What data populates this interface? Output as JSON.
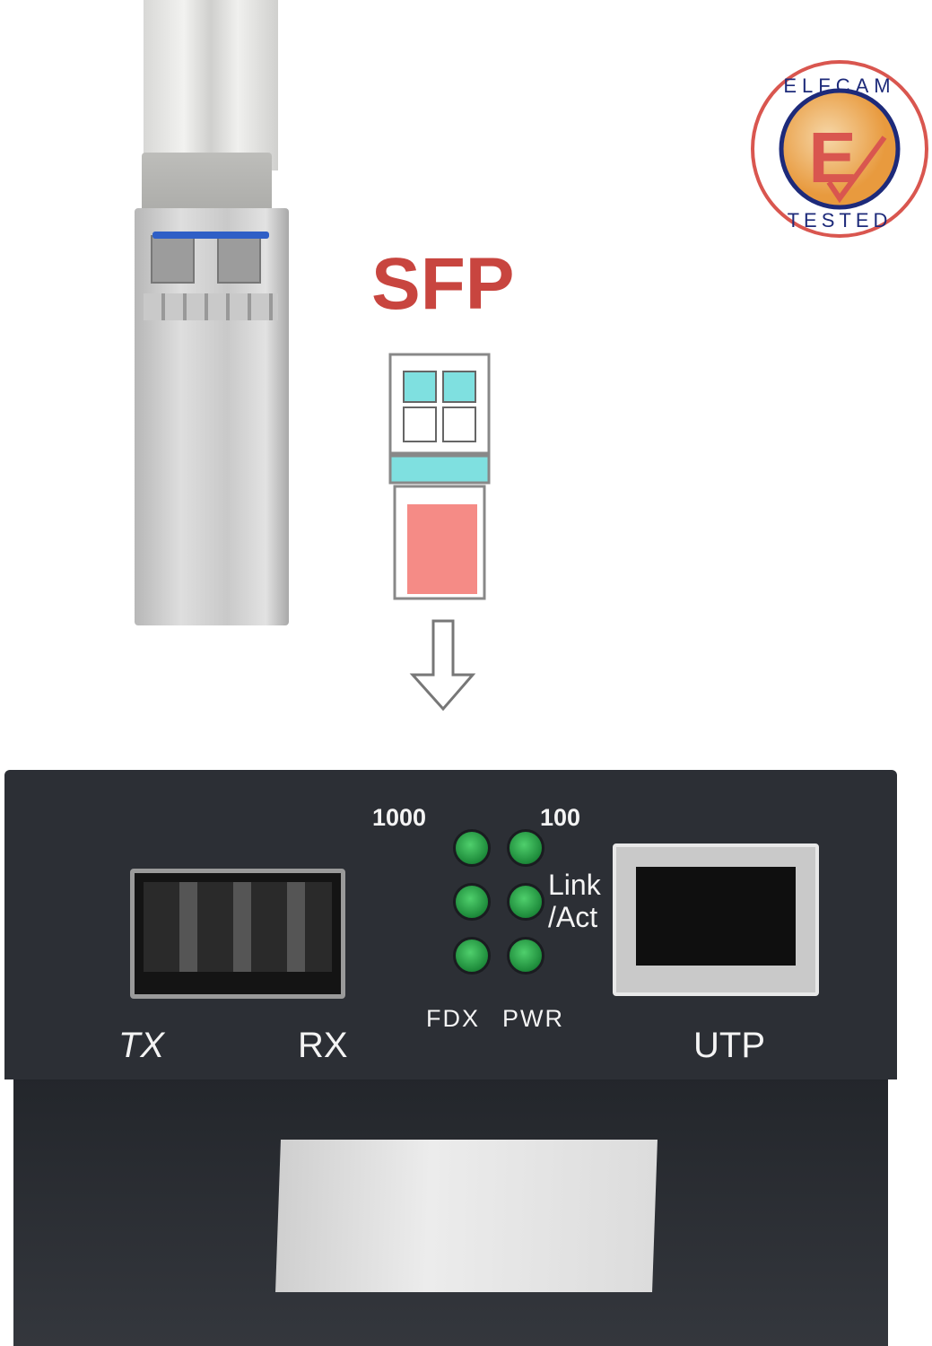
{
  "heading": "SFP",
  "badge": {
    "top_text": "ELFCAM",
    "bottom_text": "TESTED",
    "letter": "E",
    "color": "#d9564f"
  },
  "device": {
    "led_labels": {
      "speed_1000": "1000",
      "speed_100": "100",
      "link_line1": "Link",
      "link_line2": "/Act",
      "fdx": "FDX",
      "pwr": "PWR"
    },
    "port_labels": {
      "tx": "TX",
      "rx": "RX",
      "utp": "UTP"
    }
  },
  "colors": {
    "heading": "#c8453f",
    "led": "#2fae4f",
    "diagram_cyan": "#7fe0e0",
    "diagram_red": "#f58b86",
    "device": "#2c2f35"
  }
}
